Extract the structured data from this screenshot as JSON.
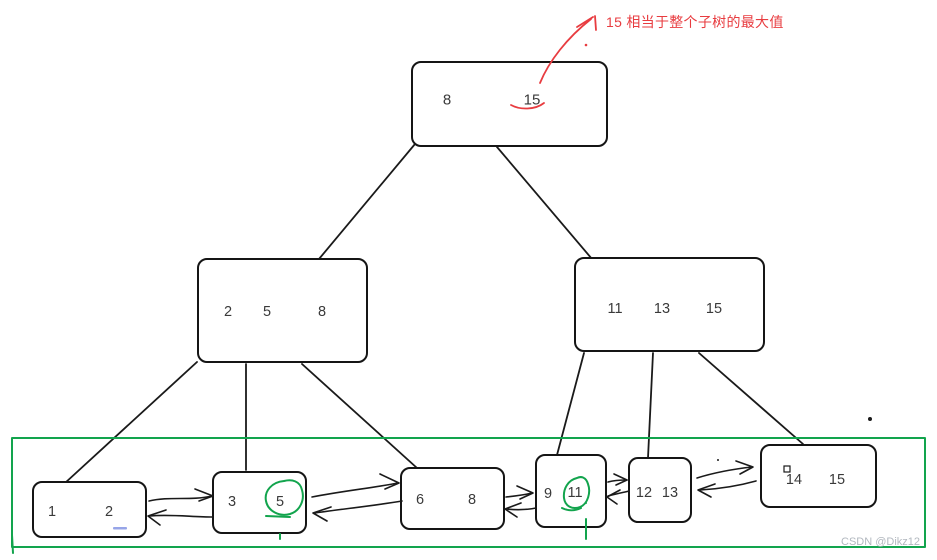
{
  "annotation": {
    "note": "15 相当于整个子树的最大值"
  },
  "tree": {
    "root": {
      "values": [
        "8",
        "15"
      ]
    },
    "internal_left": {
      "values": [
        "2",
        "5",
        "8"
      ]
    },
    "internal_right": {
      "values": [
        "11",
        "13",
        "15"
      ]
    },
    "leaves": [
      {
        "values": [
          "1",
          "2"
        ]
      },
      {
        "values": [
          "3",
          "5"
        ]
      },
      {
        "values": [
          "6",
          "8"
        ]
      },
      {
        "values": [
          "9",
          "11"
        ]
      },
      {
        "values": [
          "12",
          "13"
        ]
      },
      {
        "values": [
          "14",
          "15"
        ]
      }
    ]
  },
  "watermark": {
    "text": "CSDN @Dikz12"
  },
  "colors": {
    "ink": "#1a1a1a",
    "annotation_red": "#e83c40",
    "pen_green": "#12a44d",
    "pen_blue": "#97a5e8",
    "watermark_gray": "#b2b8bf"
  }
}
